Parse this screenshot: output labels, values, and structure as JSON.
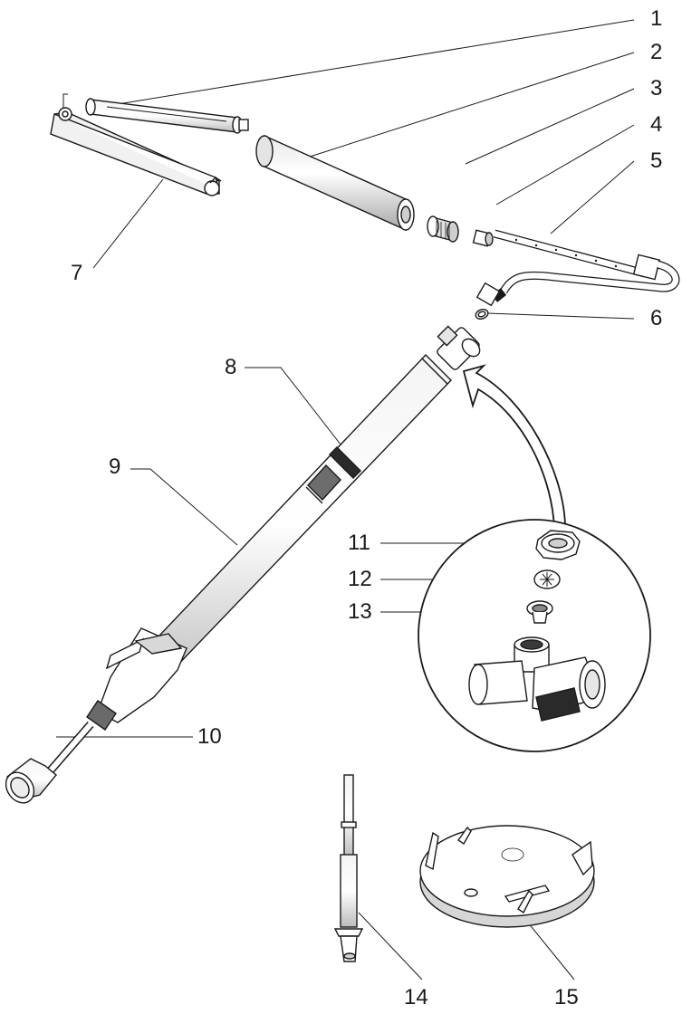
{
  "callouts": {
    "c1": "1",
    "c2": "2",
    "c3": "3",
    "c4": "4",
    "c5": "5",
    "c6": "6",
    "c7": "7",
    "c8": "8",
    "c9": "9",
    "c10": "10",
    "c11": "11",
    "c12": "12",
    "c13": "13",
    "c14": "14",
    "c15": "15"
  },
  "colors": {
    "line": "#1a1a1a",
    "fill": "#ffffff",
    "shade": "#d0d0d0",
    "dark": "#555555"
  }
}
